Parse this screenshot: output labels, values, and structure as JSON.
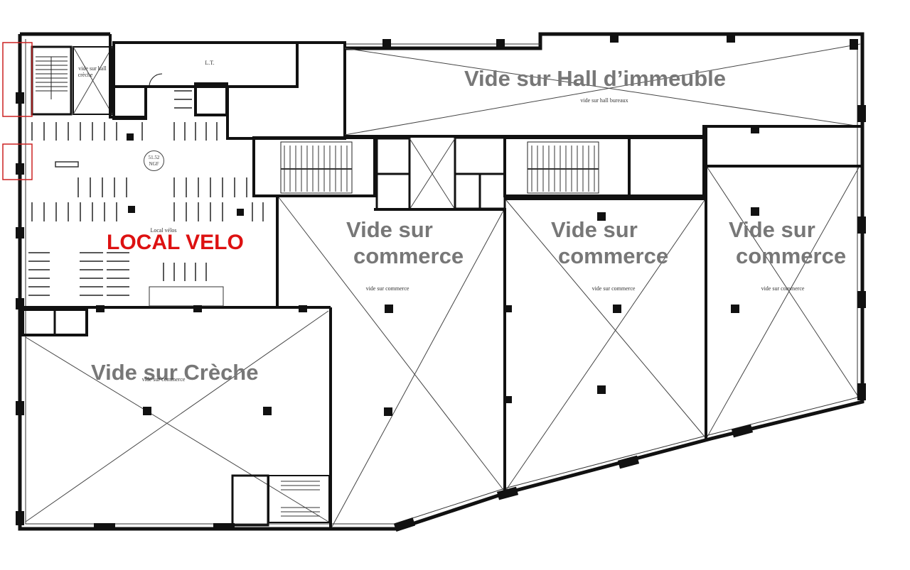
{
  "plan": {
    "accent_color": "#dd1111",
    "label_color": "#777777",
    "areas": {
      "hall": {
        "title": "Vide sur Hall d’immeuble",
        "note": "vide sur hall bureaux"
      },
      "local_velo": {
        "title": "LOCAL VELO",
        "note": "Local vélos"
      },
      "commerce_1": {
        "title_line1": "Vide sur",
        "title_line2": "commerce",
        "note": "vide sur commerce"
      },
      "commerce_2": {
        "title_line1": "Vide sur",
        "title_line2": "commerce",
        "note": "vide sur commerce"
      },
      "commerce_3": {
        "title_line1": "Vide sur",
        "title_line2": "commerce",
        "note": "vide sur commerce"
      },
      "creche": {
        "title": "Vide sur Crèche",
        "note": "vide sur commerce"
      },
      "creche_small": {
        "note_line1": "vide sur hall",
        "note_line2": "crèche"
      },
      "lt": {
        "note": "L.T."
      }
    },
    "level_badge": {
      "line1": "51.52",
      "line2": "NGF"
    }
  }
}
